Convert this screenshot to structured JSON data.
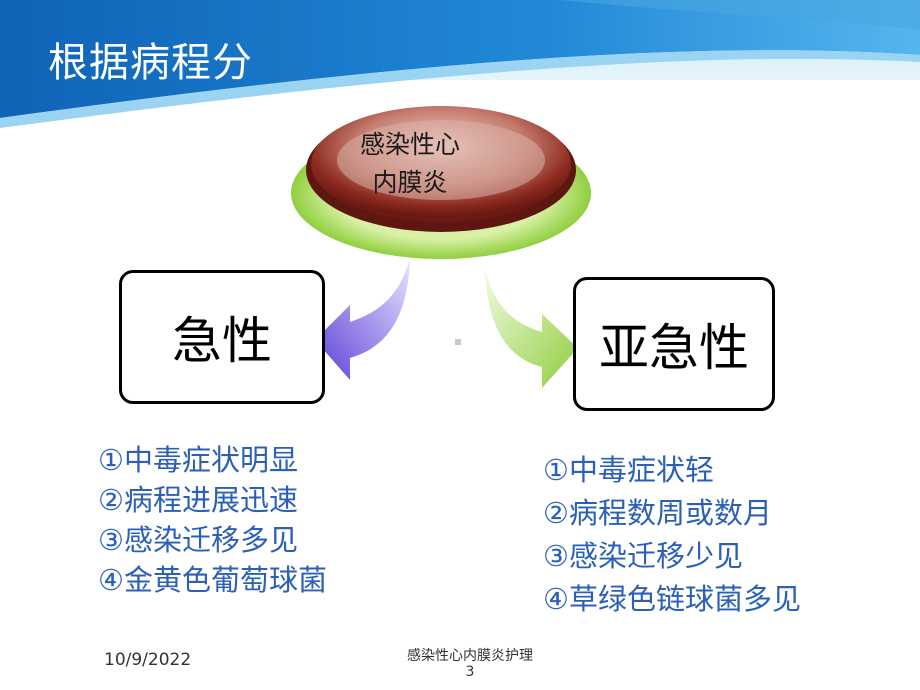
{
  "slide": {
    "title": "根据病程分",
    "center_node": {
      "line1": "感染性心",
      "line2": "内膜炎"
    },
    "left_box": {
      "label": "急性"
    },
    "right_box": {
      "label": "亚急性"
    },
    "left_list": [
      "①中毒症状明显",
      "②病程进展迅速",
      "③感染迁移多见",
      "④金黄色葡萄球菌"
    ],
    "right_list": [
      "①中毒症状轻",
      "②病程数周或数月",
      "③感染迁移少见",
      "④草绿色链球菌多见"
    ],
    "footer": {
      "date": "10/9/2022",
      "title": "感染性心内膜炎护理",
      "page": "3"
    }
  },
  "colors": {
    "header_blue": "#1e7fd0",
    "list_text": "#2b5fb8",
    "ring_green": "#9ed24e",
    "disc_red": "#8c2a1f",
    "arrow_purple": "#7a5be0",
    "arrow_green": "#a6d75c"
  },
  "icons": [
    "curved-arrow-left",
    "curved-arrow-right"
  ]
}
